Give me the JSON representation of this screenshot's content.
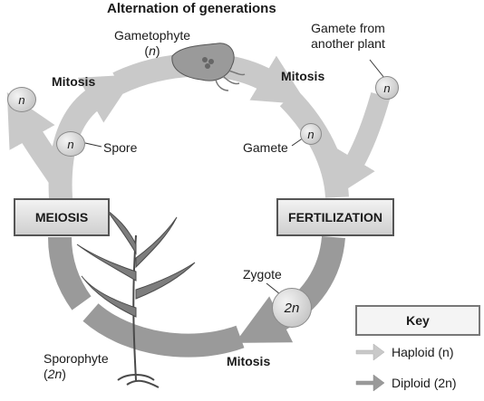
{
  "title": "Alternation of generations",
  "labels": {
    "gametophyte": "Gametophyte",
    "gametophyte_ploidy": "n",
    "gamete_from": "Gamete from",
    "another_plant": "another plant",
    "mitosis_left": "Mitosis",
    "mitosis_right": "Mitosis",
    "mitosis_bottom": "Mitosis",
    "spore": "Spore",
    "gamete": "Gamete",
    "zygote": "Zygote",
    "sporophyte": "Sporophyte",
    "sporophyte_ploidy": "2n"
  },
  "stages": {
    "meiosis": "MEIOSIS",
    "fertilization": "FERTILIZATION"
  },
  "cells": {
    "haploid": "n",
    "diploid": "2n"
  },
  "key": {
    "title": "Key",
    "haploid": "Haploid (n)",
    "diploid": "Diploid (2n)",
    "haploid_color": "#c9c9c9",
    "diploid_color": "#9a9a9a"
  }
}
